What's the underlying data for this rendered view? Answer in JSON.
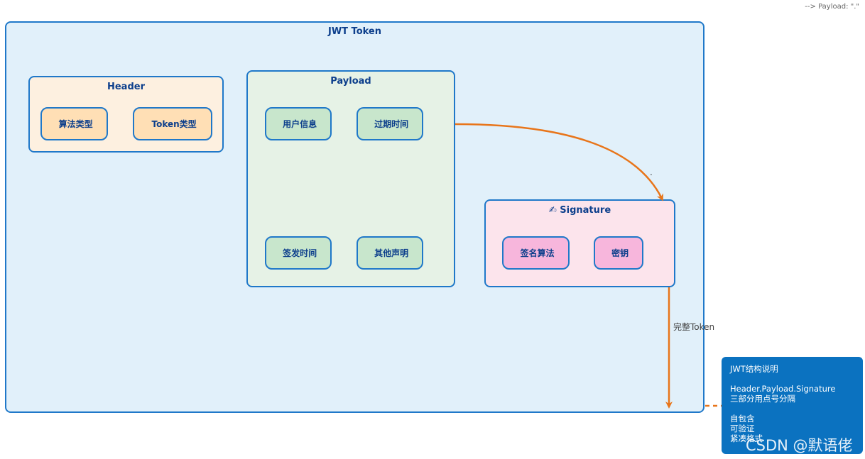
{
  "corner_note": "--> Payload: \".\"",
  "outer": {
    "icon": "",
    "title": "JWT Token"
  },
  "header": {
    "icon": "",
    "title": "Header",
    "items": [
      {
        "icon": "",
        "label": "算法类型"
      },
      {
        "icon": "",
        "label": "Token类型"
      }
    ]
  },
  "payload": {
    "icon": "",
    "title": "Payload",
    "items": [
      {
        "icon": "",
        "label": "用户信息"
      },
      {
        "icon": "",
        "label": "过期时间"
      },
      {
        "icon": "",
        "label": "签发时间"
      },
      {
        "icon": "",
        "label": "其他声明"
      }
    ]
  },
  "signature": {
    "icon": "✍",
    "title": "Signature",
    "items": [
      {
        "icon": "",
        "label": "签名算法"
      },
      {
        "icon": "",
        "label": "密钥"
      }
    ]
  },
  "edges": {
    "payload_to_signature_label": ".",
    "signature_to_end_label": "完整Token"
  },
  "note": {
    "title_icon": "",
    "title": "JWT结构说明",
    "line1": "Header.Payload.Signature",
    "line2": "三部分用点号分隔",
    "bullets": [
      {
        "icon": "",
        "text": "自包含"
      },
      {
        "icon": "",
        "text": "可验证"
      },
      {
        "icon": "",
        "text": "紧凑格式"
      }
    ]
  },
  "watermark": "CSDN @默语佬",
  "colors": {
    "accent": "#1f78c9",
    "edge": "#e8751a",
    "outer_bg": "#e1f0fa",
    "header_bg": "#fdf0e0",
    "payload_bg": "#e6f2e6",
    "signature_bg": "#fce4ec",
    "note_bg": "#0b72c0"
  }
}
